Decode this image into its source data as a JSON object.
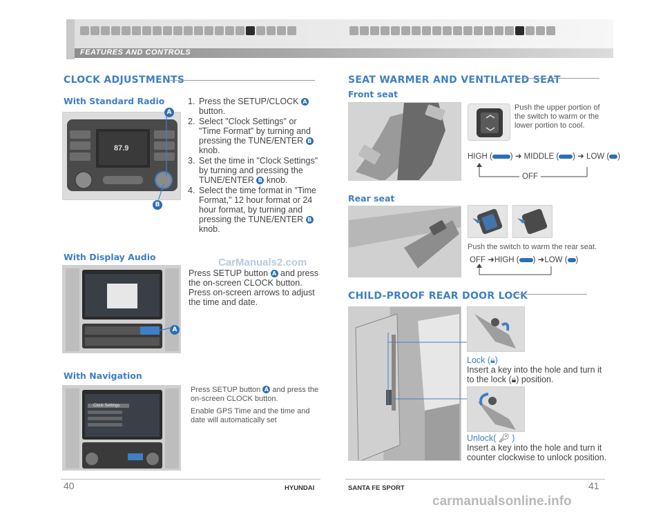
{
  "header": {
    "label": "FEATURES AND CONTROLS"
  },
  "left": {
    "clock": {
      "title": "CLOCK ADJUSTMENTS",
      "standard_radio": {
        "title": "With Standard Radio",
        "steps": [
          {
            "num": "1.",
            "text_a": "Press the SETUP/CLOCK ",
            "badge": "A",
            "text_b": " button."
          },
          {
            "num": "2.",
            "text_a": "Select \"Clock Settings\" or \"Time Format\" by turning and pressing the TUNE/ENTER ",
            "badge": "B",
            "text_b": " knob."
          },
          {
            "num": "3.",
            "text_a": "Set the time in \"Clock Settings\" by turning and pressing the TUNE/ENTER ",
            "badge": "B",
            "text_b": " knob."
          },
          {
            "num": "4.",
            "text_a": "Select the time format in \"Time Format,\" 12 hour format or 24 hour format, by turning and pressing the TUNE/ENTER ",
            "badge": "B",
            "text_b": " knob."
          }
        ],
        "radio_display": "87.9",
        "callout_a": "A",
        "callout_b": "B"
      },
      "display_audio": {
        "title": "With Display Audio",
        "text_a": "Press SETUP button ",
        "badge": "A",
        "text_b": " and press the on-screen CLOCK button. Press on-screen arrows to adjust the time and date.",
        "callout_a": "A"
      },
      "navigation": {
        "title": "With Navigation",
        "text1_a": "Press SETUP button ",
        "badge": "A",
        "text1_b": " and press the on-screen CLOCK button.",
        "text2": "Enable GPS Time and the time and date will automatically set",
        "screen_title": "Clock Settings"
      }
    }
  },
  "right": {
    "seat": {
      "title": "SEAT WARMER AND VENTILATED SEAT",
      "front": {
        "title": "Front seat",
        "desc": "Push the upper portion of the switch to warm or the lower portion to cool.",
        "seq": [
          "HIGH (",
          ")",
          "MIDDLE (",
          ")",
          "LOW (",
          ")"
        ],
        "off": "OFF"
      },
      "rear": {
        "title": "Rear seat",
        "desc": "Push the switch to warm the rear seat.",
        "seq_off": "OFF",
        "seq_high": "HIGH (",
        "seq_low": "LOW (",
        "close": ")"
      }
    },
    "door": {
      "title": "CHILD-PROOF REAR DOOR LOCK",
      "lock_title_a": "Lock (",
      "lock_title_b": ")",
      "lock_text_a": "Insert a key into the hole and turn it to the lock (",
      "lock_text_b": ") position.",
      "unlock_title_a": "Unlock(",
      "unlock_title_b": ")",
      "unlock_text": "Insert a key into the hole and turn it counter clockwise to unlock position."
    }
  },
  "footer": {
    "page_left": "40",
    "page_right": "41",
    "brand": "HYUNDAI",
    "model": "SANTA FE SPORT"
  },
  "watermark": {
    "site1": "CarManuals2.com",
    "site2": "carmanualsonline.info"
  },
  "colors": {
    "accent": "#3f7fc6",
    "badge": "#2c6fb8"
  }
}
